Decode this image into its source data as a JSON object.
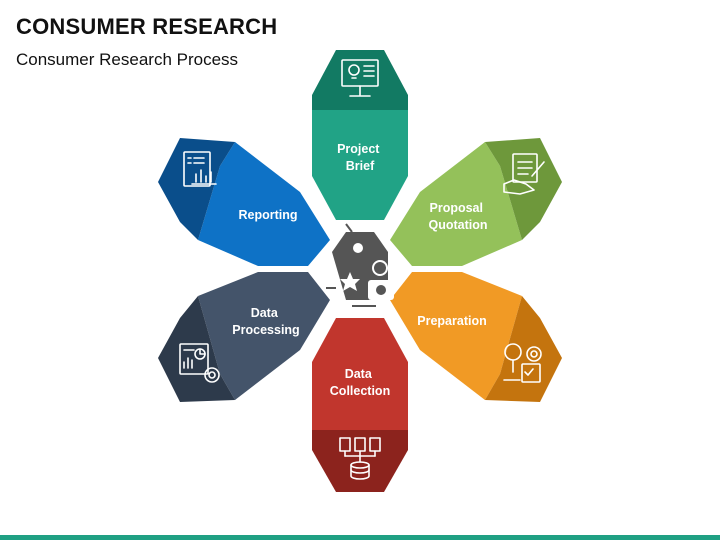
{
  "header": {
    "title": "CONSUMER RESEARCH",
    "subtitle": "Consumer Research Process"
  },
  "colors": {
    "project_brief": "#21A386",
    "project_brief_dark": "#127A63",
    "proposal": "#94C15A",
    "proposal_dark": "#6E983B",
    "preparation": "#F19A25",
    "preparation_dark": "#C4740E",
    "collection": "#C1362D",
    "collection_dark": "#8C231D",
    "processing": "#44546A",
    "processing_dark": "#2D3A4B",
    "reporting": "#0E72C6",
    "reporting_dark": "#0A4E8B",
    "footer": "#1FA083",
    "center_icon": "#555555"
  },
  "segments": [
    {
      "key": "project_brief",
      "label_lines": [
        "Project",
        "Brief"
      ],
      "icon": "lightbulb-presentation-icon"
    },
    {
      "key": "proposal",
      "label_lines": [
        "Proposal",
        "Quotation"
      ],
      "icon": "handshake-document-icon"
    },
    {
      "key": "preparation",
      "label_lines": [
        "Preparation"
      ],
      "icon": "planning-checklist-icon"
    },
    {
      "key": "collection",
      "label_lines": [
        "Data",
        "Collection"
      ],
      "icon": "database-documents-icon"
    },
    {
      "key": "processing",
      "label_lines": [
        "Data",
        "Processing"
      ],
      "icon": "report-gear-icon"
    },
    {
      "key": "reporting",
      "label_lines": [
        "Reporting"
      ],
      "icon": "report-chart-icon"
    }
  ],
  "center": {
    "icon": "consumer-tag-icon"
  }
}
